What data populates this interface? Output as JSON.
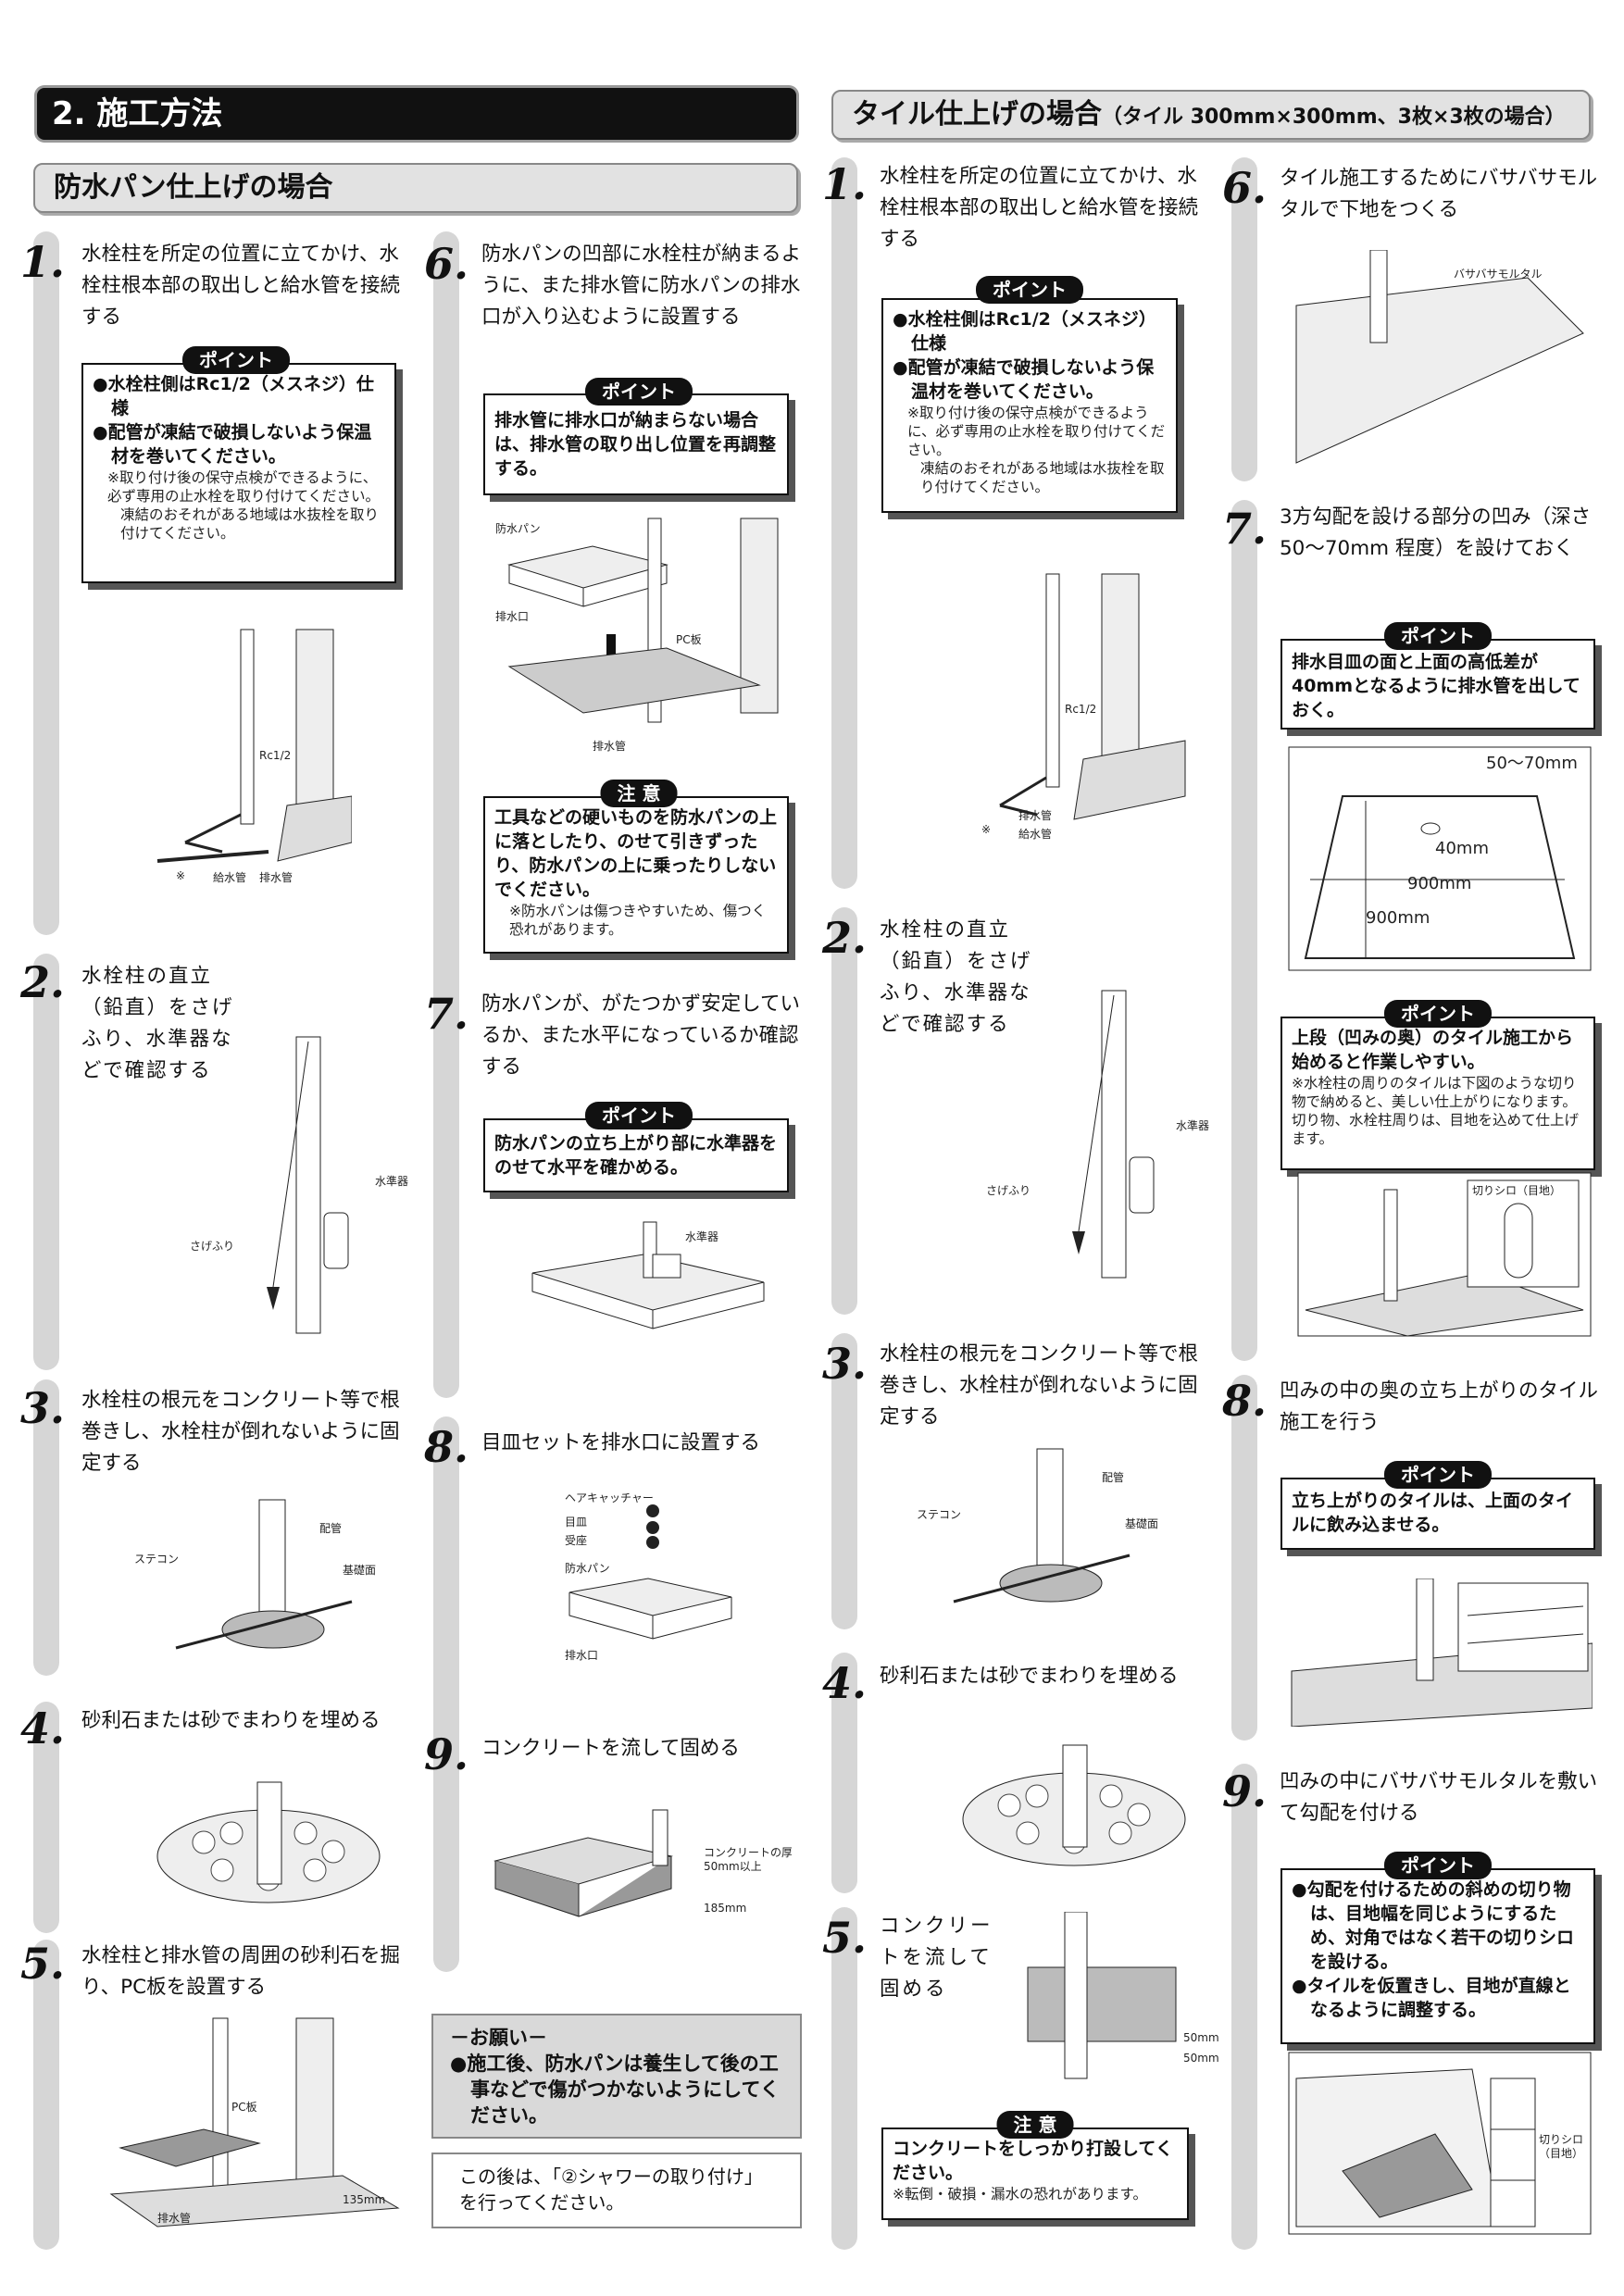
{
  "header": {
    "section_title": "2. 施工方法",
    "sub_title": "防水パン仕上げの場合",
    "tile_title": "タイル仕上げの場合",
    "tile_note": "（タイル 300mm×300mm、3枚×3枚の場合）"
  },
  "waterproof": {
    "s1": {
      "num": "1.",
      "text": "水栓柱を所定の位置に立てかけ、水栓柱根本部の取出しと給水管を接続する",
      "tag": "ポイント",
      "b1": "●水栓柱側はRc1/2（メスネジ）仕様",
      "b2": "●配管が凍結で破損しないよう保温材を巻いてください。",
      "n1": "※取り付け後の保守点検ができるように、必ず専用の止水栓を取り付けてください。",
      "n2": "凍結のおそれがある地域は水抜栓を取り付けてください。",
      "l1": "Rc1/2",
      "l2": "※",
      "l3": "給水管",
      "l4": "排水管"
    },
    "s2": {
      "num": "2.",
      "text": "水栓柱の直立（鉛直）をさげふり、水準器などで確認する",
      "l1": "水準器",
      "l2": "さげふり"
    },
    "s3": {
      "num": "3.",
      "text": "水栓柱の根元をコンクリート等で根巻きし、水栓柱が倒れないように固定する",
      "l1": "配管",
      "l2": "ステコン",
      "l3": "基礎面"
    },
    "s4": {
      "num": "4.",
      "text": "砂利石または砂でまわりを埋める"
    },
    "s5": {
      "num": "5.",
      "text": "水栓柱と排水管の周囲の砂利石を掘り、PC板を設置する",
      "l1": "PC板",
      "l2": "排水管",
      "l3": "135mm"
    },
    "s6": {
      "num": "6.",
      "text": "防水パンの凹部に水栓柱が納まるように、また排水管に防水パンの排水口が入り込むように設置する",
      "tag": "ポイント",
      "box": "排水管に排水口が納まらない場合は、排水管の取り出し位置を再調整する。",
      "l1": "防水パン",
      "l2": "排水口",
      "l3": "PC板",
      "l4": "排水管",
      "tag2": "注 意",
      "caution": "工具などの硬いものを防水パンの上に落としたり、のせて引きずったり、防水パンの上に乗ったりしないでください。",
      "cnote": "※防水パンは傷つきやすいため、傷つく恐れがあります。"
    },
    "s7": {
      "num": "7.",
      "text": "防水パンが、がたつかず安定しているか、また水平になっているか確認する",
      "tag": "ポイント",
      "box": "防水パンの立ち上がり部に水準器をのせて水平を確かめる。",
      "l1": "水準器"
    },
    "s8": {
      "num": "8.",
      "text": "目皿セットを排水口に設置する",
      "l1": "ヘアキャッチャー",
      "l2": "目皿",
      "l3": "受座",
      "l4": "防水パン",
      "l5": "排水口"
    },
    "s9": {
      "num": "9.",
      "text": "コンクリートを流して固める",
      "l1": "コンクリートの厚さ",
      "l2": "50mm以上",
      "l3": "185mm"
    },
    "request": {
      "title": "－お願い－",
      "text": "●施工後、防水パンは養生して後の工事などで傷がつかないようにしてください。"
    },
    "after": "この後は、「②シャワーの取り付け」を行ってください。"
  },
  "tile": {
    "s1": {
      "num": "1.",
      "text": "水栓柱を所定の位置に立てかけ、水栓柱根本部の取出しと給水管を接続する",
      "tag": "ポイント",
      "b1": "●水栓柱側はRc1/2（メスネジ）仕様",
      "b2": "●配管が凍結で破損しないよう保温材を巻いてください。",
      "n1": "※取り付け後の保守点検ができるように、必ず専用の止水栓を取り付けてください。",
      "n2": "凍結のおそれがある地域は水抜栓を取り付けてください。",
      "l1": "Rc1/2",
      "l2": "※",
      "l3": "排水管",
      "l4": "給水管"
    },
    "s2": {
      "num": "2.",
      "text": "水栓柱の直立（鉛直）をさげふり、水準器などで確認する",
      "l1": "水準器",
      "l2": "さげふり"
    },
    "s3": {
      "num": "3.",
      "text": "水栓柱の根元をコンクリート等で根巻きし、水栓柱が倒れないように固定する",
      "l1": "配管",
      "l2": "ステコン",
      "l3": "基礎面"
    },
    "s4": {
      "num": "4.",
      "text": "砂利石または砂でまわりを埋める"
    },
    "s5": {
      "num": "5.",
      "text": "コンクリートを流して固める",
      "l1": "50mm",
      "l2": "50mm",
      "tag": "注 意",
      "box": "コンクリートをしっかり打設してください。",
      "note": "※転倒・破損・漏水の恐れがあります。"
    },
    "s6": {
      "num": "6.",
      "text": "タイル施工するためにバサバサモルタルで下地をつくる",
      "l1": "バサバサモルタル"
    },
    "s7": {
      "num": "7.",
      "text": "3方勾配を設ける部分の凹み（深さ50～70mm 程度）を設けておく",
      "tag": "ポイント",
      "box": "排水目皿の面と上面の高低差が40mmとなるように排水管を出しておく。",
      "l1": "50～70mm",
      "l2": "40mm",
      "l3": "900mm",
      "l4": "900mm",
      "tag2": "ポイント",
      "box2": "上段（凹みの奥）のタイル施工から始めると作業しやすい。",
      "note2": "※水栓柱の周りのタイルは下図のような切り物で納めると、美しい仕上がりになります。切り物、水栓柱周りは、目地を込めて仕上げます。",
      "l5": "切りシロ（目地）"
    },
    "s8": {
      "num": "8.",
      "text": "凹みの中の奥の立ち上がりのタイル施工を行う",
      "tag": "ポイント",
      "box": "立ち上がりのタイルは、上面のタイルに飲み込ませる。"
    },
    "s9": {
      "num": "9.",
      "text": "凹みの中にバサバサモルタルを敷いて勾配を付ける",
      "tag": "ポイント",
      "b1": "●勾配を付けるための斜めの切り物は、目地幅を同じようにするため、対角ではなく若干の切りシロを設ける。",
      "b2": "●タイルを仮置きし、目地が直線となるように調整する。",
      "l1": "切りシロ",
      "l2": "（目地）"
    }
  }
}
